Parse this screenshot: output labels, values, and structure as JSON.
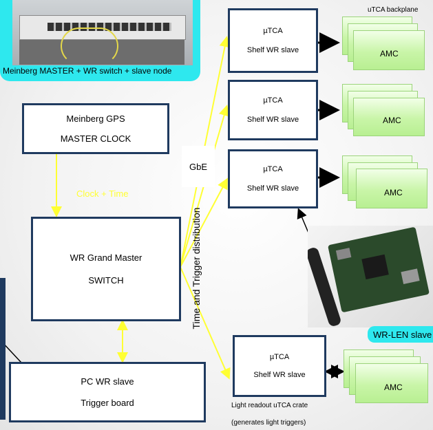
{
  "photo_caption": "Meinberg MASTER + WR switch + slave node",
  "backplane_label": "uTCA backplane",
  "gps_box": {
    "line1": "Meinberg GPS",
    "line2": "MASTER CLOCK"
  },
  "clock_time_label": "Clock + Time",
  "grandmaster_box": {
    "line1": "WR Grand Master",
    "line2": "SWITCH"
  },
  "pc_box": {
    "line1": "PC WR slave",
    "line2": "Trigger board"
  },
  "gbe_label": "GbE",
  "distribution_label": "Time and Trigger distribution",
  "shelves": [
    {
      "line1": "µTCA",
      "line2": "Shelf WR slave"
    },
    {
      "line1": "µTCA",
      "line2": "Shelf  WR slave"
    },
    {
      "line1": "µTCA",
      "line2": "Shelf WR slave"
    },
    {
      "line1": "µTCA",
      "line2": "Shelf WR slave"
    }
  ],
  "amc_label": "AMC",
  "wrlen_label": "WR-LEN slave",
  "crate_caption_line1": "Light readout uTCA crate",
  "crate_caption_line2": "(generates light triggers)",
  "colors": {
    "box_border": "#1f3a5f",
    "link_yellow": "#ffff33",
    "amc_green": "#c9f5a8",
    "cyan": "#2ee8ee"
  }
}
